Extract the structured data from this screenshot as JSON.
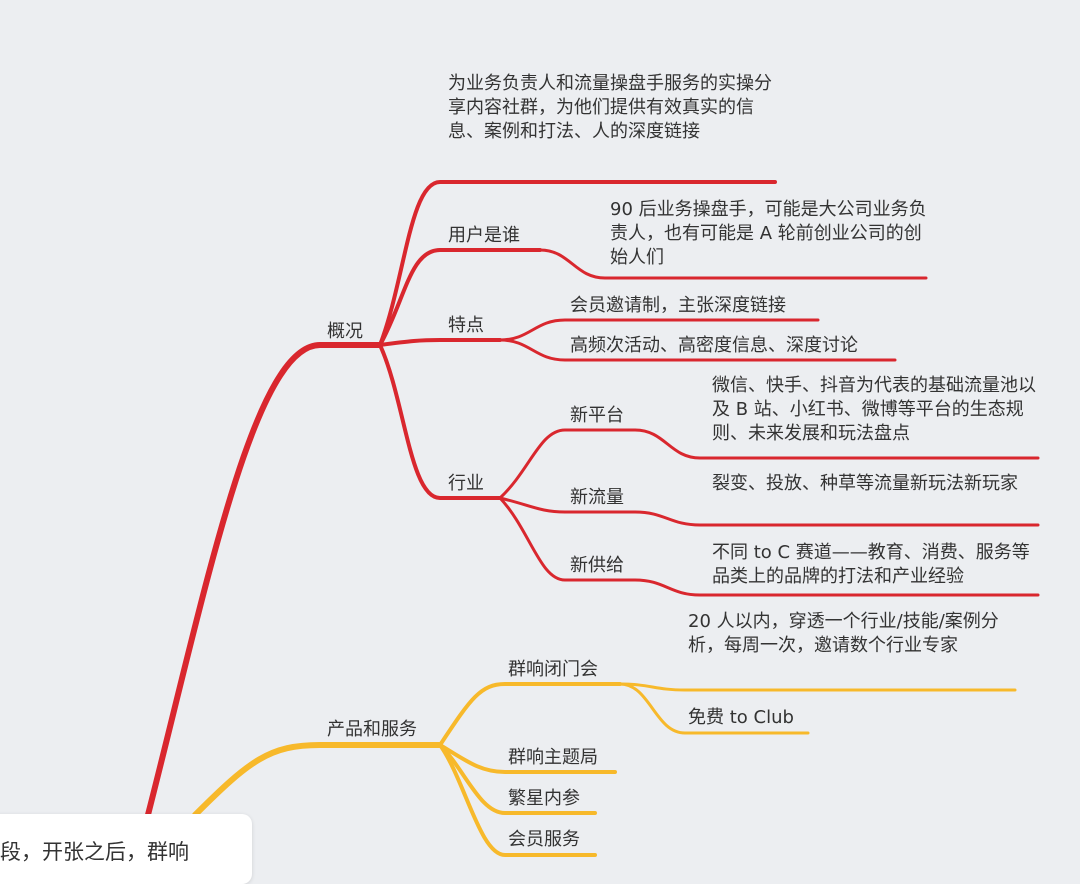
{
  "colors": {
    "red_branch": "#d9272e",
    "yellow_branch": "#f7b92b",
    "background": "#eceef1"
  },
  "mindmap": {
    "overview": {
      "label": "概况",
      "description": "为业务负责人和流量操盘手服务的实操分享内容社群，为他们提供有效真实的信息、案例和打法、人的深度链接",
      "users": {
        "label": "用户是谁",
        "text": "90 后业务操盘手，可能是大公司业务负责人，也有可能是 A 轮前创业公司的创始人们"
      },
      "features": {
        "label": "特点",
        "items": [
          "会员邀请制，主张深度链接",
          "高频次活动、高密度信息、深度讨论"
        ]
      },
      "industry": {
        "label": "行业",
        "platform": {
          "label": "新平台",
          "text": "微信、快手、抖音为代表的基础流量池以及 B 站、小红书、微博等平台的生态规则、未来发展和玩法盘点"
        },
        "traffic": {
          "label": "新流量",
          "text": "裂变、投放、种草等流量新玩法新玩家"
        },
        "supply": {
          "label": "新供给",
          "text": "不同 to C 赛道——教育、消费、服务等品类上的品牌的打法和产业经验"
        }
      }
    },
    "products": {
      "label": "产品和服务",
      "closed_meeting": {
        "label": "群响闭门会",
        "text": "20 人以内，穿透一个行业/技能/案例分析，每周一次，邀请数个行业专家",
        "free_club": "免费 to Club"
      },
      "theme_bureau": "群响主题局",
      "stars": "繁星内参",
      "membership": "会员服务"
    }
  },
  "callout": {
    "text": "段，开张之后，群响"
  }
}
